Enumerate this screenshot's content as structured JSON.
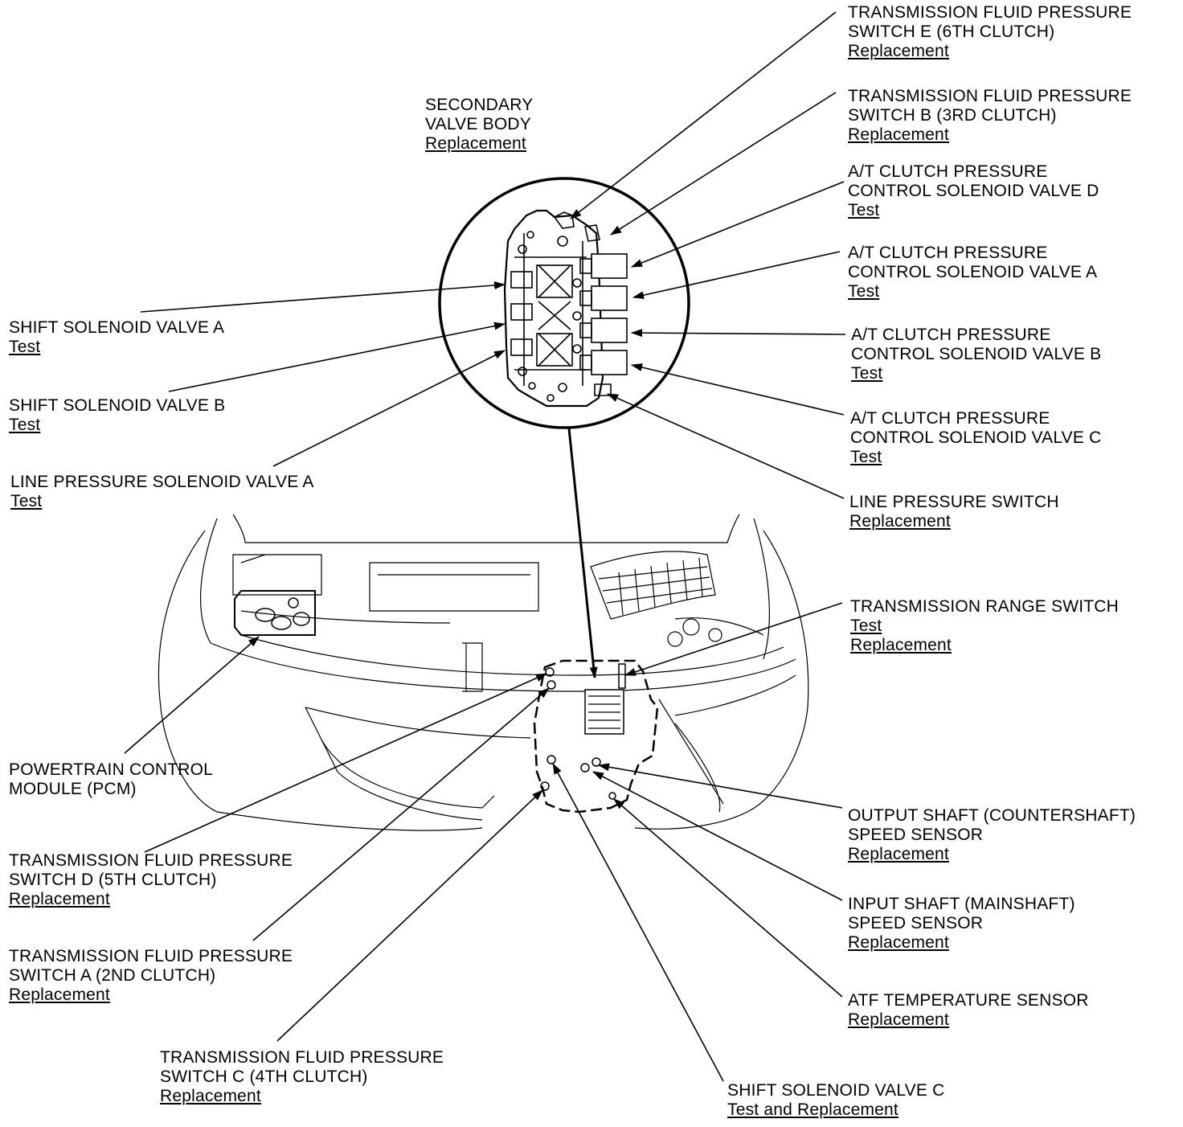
{
  "callouts": {
    "tfps_e": {
      "lines": [
        "TRANSMISSION FLUID PRESSURE",
        "SWITCH E (6TH CLUTCH)"
      ],
      "links": [
        "Replacement"
      ]
    },
    "tfps_b": {
      "lines": [
        "TRANSMISSION FLUID PRESSURE",
        "SWITCH B (3RD CLUTCH)"
      ],
      "links": [
        "Replacement"
      ]
    },
    "secondary_valve_body": {
      "lines": [
        "SECONDARY",
        "VALVE BODY"
      ],
      "links": [
        "Replacement"
      ]
    },
    "atcpcsv_d": {
      "lines": [
        "A/T CLUTCH PRESSURE",
        "CONTROL SOLENOID VALVE D"
      ],
      "links": [
        "Test"
      ]
    },
    "atcpcsv_a": {
      "lines": [
        "A/T CLUTCH PRESSURE",
        "CONTROL SOLENOID VALVE A"
      ],
      "links": [
        "Test"
      ]
    },
    "atcpcsv_b": {
      "lines": [
        "A/T CLUTCH PRESSURE",
        "CONTROL SOLENOID VALVE B"
      ],
      "links": [
        "Test"
      ]
    },
    "atcpcsv_c": {
      "lines": [
        "A/T CLUTCH PRESSURE",
        "CONTROL SOLENOID VALVE C"
      ],
      "links": [
        "Test"
      ]
    },
    "line_pressure_switch": {
      "lines": [
        "LINE PRESSURE SWITCH"
      ],
      "links": [
        "Replacement"
      ]
    },
    "shift_sv_a": {
      "lines": [
        "SHIFT SOLENOID VALVE A"
      ],
      "links": [
        "Test"
      ]
    },
    "shift_sv_b": {
      "lines": [
        "SHIFT SOLENOID VALVE B"
      ],
      "links": [
        "Test"
      ]
    },
    "lpsv_a": {
      "lines": [
        "LINE PRESSURE SOLENOID VALVE A"
      ],
      "links": [
        "Test"
      ]
    },
    "trans_range_switch": {
      "lines": [
        "TRANSMISSION RANGE SWITCH"
      ],
      "links": [
        "Test",
        "Replacement"
      ]
    },
    "pcm": {
      "lines": [
        "POWERTRAIN CONTROL",
        "MODULE (PCM)"
      ],
      "links": []
    },
    "tfps_d": {
      "lines": [
        "TRANSMISSION FLUID PRESSURE",
        "SWITCH D (5TH CLUTCH)"
      ],
      "links": [
        "Replacement"
      ]
    },
    "tfps_a": {
      "lines": [
        "TRANSMISSION FLUID PRESSURE",
        "SWITCH A (2ND CLUTCH)"
      ],
      "links": [
        "Replacement"
      ]
    },
    "tfps_c": {
      "lines": [
        "TRANSMISSION FLUID PRESSURE",
        "SWITCH C (4TH CLUTCH)"
      ],
      "links": [
        "Replacement"
      ]
    },
    "output_shaft_sensor": {
      "lines": [
        "OUTPUT SHAFT (COUNTERSHAFT)",
        "SPEED SENSOR"
      ],
      "links": [
        "Replacement"
      ]
    },
    "input_shaft_sensor": {
      "lines": [
        "INPUT SHAFT (MAINSHAFT)",
        "SPEED SENSOR"
      ],
      "links": [
        "Replacement"
      ]
    },
    "atf_temp_sensor": {
      "lines": [
        "ATF TEMPERATURE SENSOR"
      ],
      "links": [
        "Replacement"
      ]
    },
    "shift_sv_c": {
      "lines": [
        "SHIFT SOLENOID VALVE C"
      ],
      "links": [
        "Test and Replacement"
      ]
    }
  }
}
